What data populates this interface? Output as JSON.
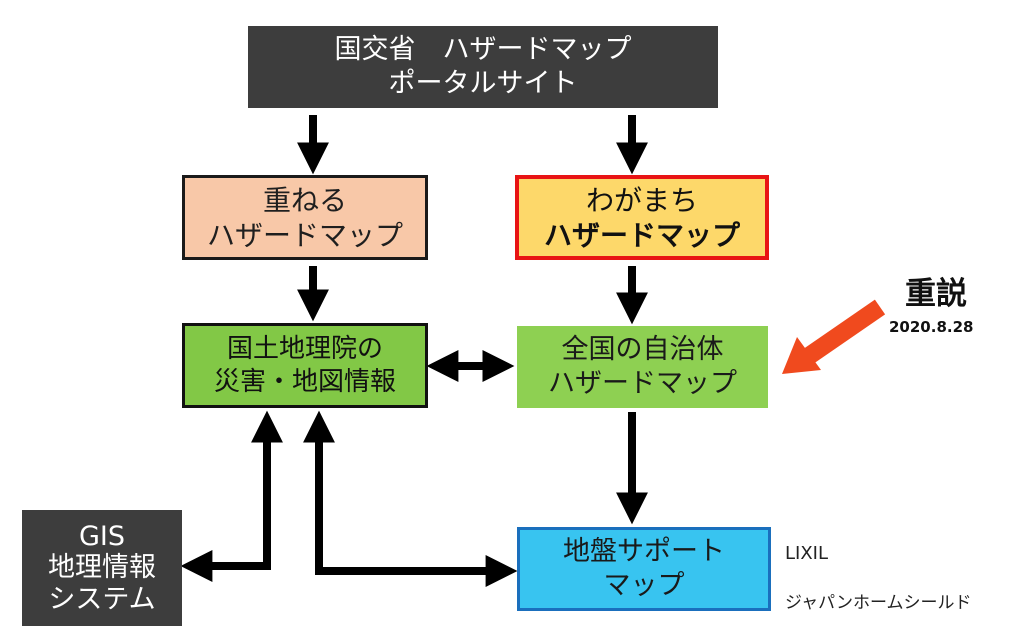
{
  "nodes": {
    "portal": {
      "line1": "国交省　ハザードマップ",
      "line2": "ポータルサイト",
      "bg": "#3d3d3d"
    },
    "kasaneru": {
      "line1": "重ねる",
      "line2": "ハザードマップ",
      "bg": "#f8c8a8"
    },
    "wagamachi": {
      "line1": "わがまち",
      "line2": "ハザードマップ",
      "bg": "#fdd86a",
      "border": "#e81414"
    },
    "gsi": {
      "line1": "国土地理院の",
      "line2": "災害・地図情報",
      "bg": "#82c846"
    },
    "zenkoku": {
      "line1": "全国の自治体",
      "line2": "ハザードマップ",
      "bg": "#8ed052"
    },
    "gis": {
      "line1": "GIS",
      "line2": "地理情報",
      "line3": "システム",
      "bg": "#3d3d3d"
    },
    "jiban": {
      "line1": "地盤サポート",
      "line2": "マップ",
      "bg": "#38c4f0",
      "border": "#1a6fbd"
    }
  },
  "annotation": {
    "title": "重説",
    "date": "2020.8.28",
    "arrow_color": "#f04a1e"
  },
  "provider": {
    "line1": "LIXIL",
    "line2": "ジャパンホームシールド"
  }
}
